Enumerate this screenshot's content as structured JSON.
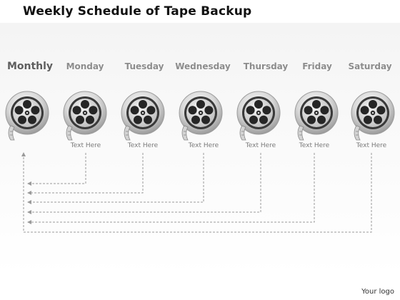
{
  "title": "Weekly Schedule of Tape Backup",
  "columns": [
    {
      "id": "monthly",
      "label": "Monthly",
      "caption": ""
    },
    {
      "id": "monday",
      "label": "Monday",
      "caption": "Text Here"
    },
    {
      "id": "tuesday",
      "label": "Tuesday",
      "caption": "Text Here"
    },
    {
      "id": "wednesday",
      "label": "Wednesday",
      "caption": "Text Here"
    },
    {
      "id": "thursday",
      "label": "Thursday",
      "caption": "Text Here"
    },
    {
      "id": "friday",
      "label": "Friday",
      "caption": "Text Here"
    },
    {
      "id": "saturday",
      "label": "Saturday",
      "caption": "Text Here"
    }
  ],
  "footer": {
    "logo_text": "Your logo"
  },
  "colors": {
    "connector": "#9a9a9a",
    "reel_dark": "#2a2a2a",
    "reel_rim": "#c8c8c8"
  }
}
